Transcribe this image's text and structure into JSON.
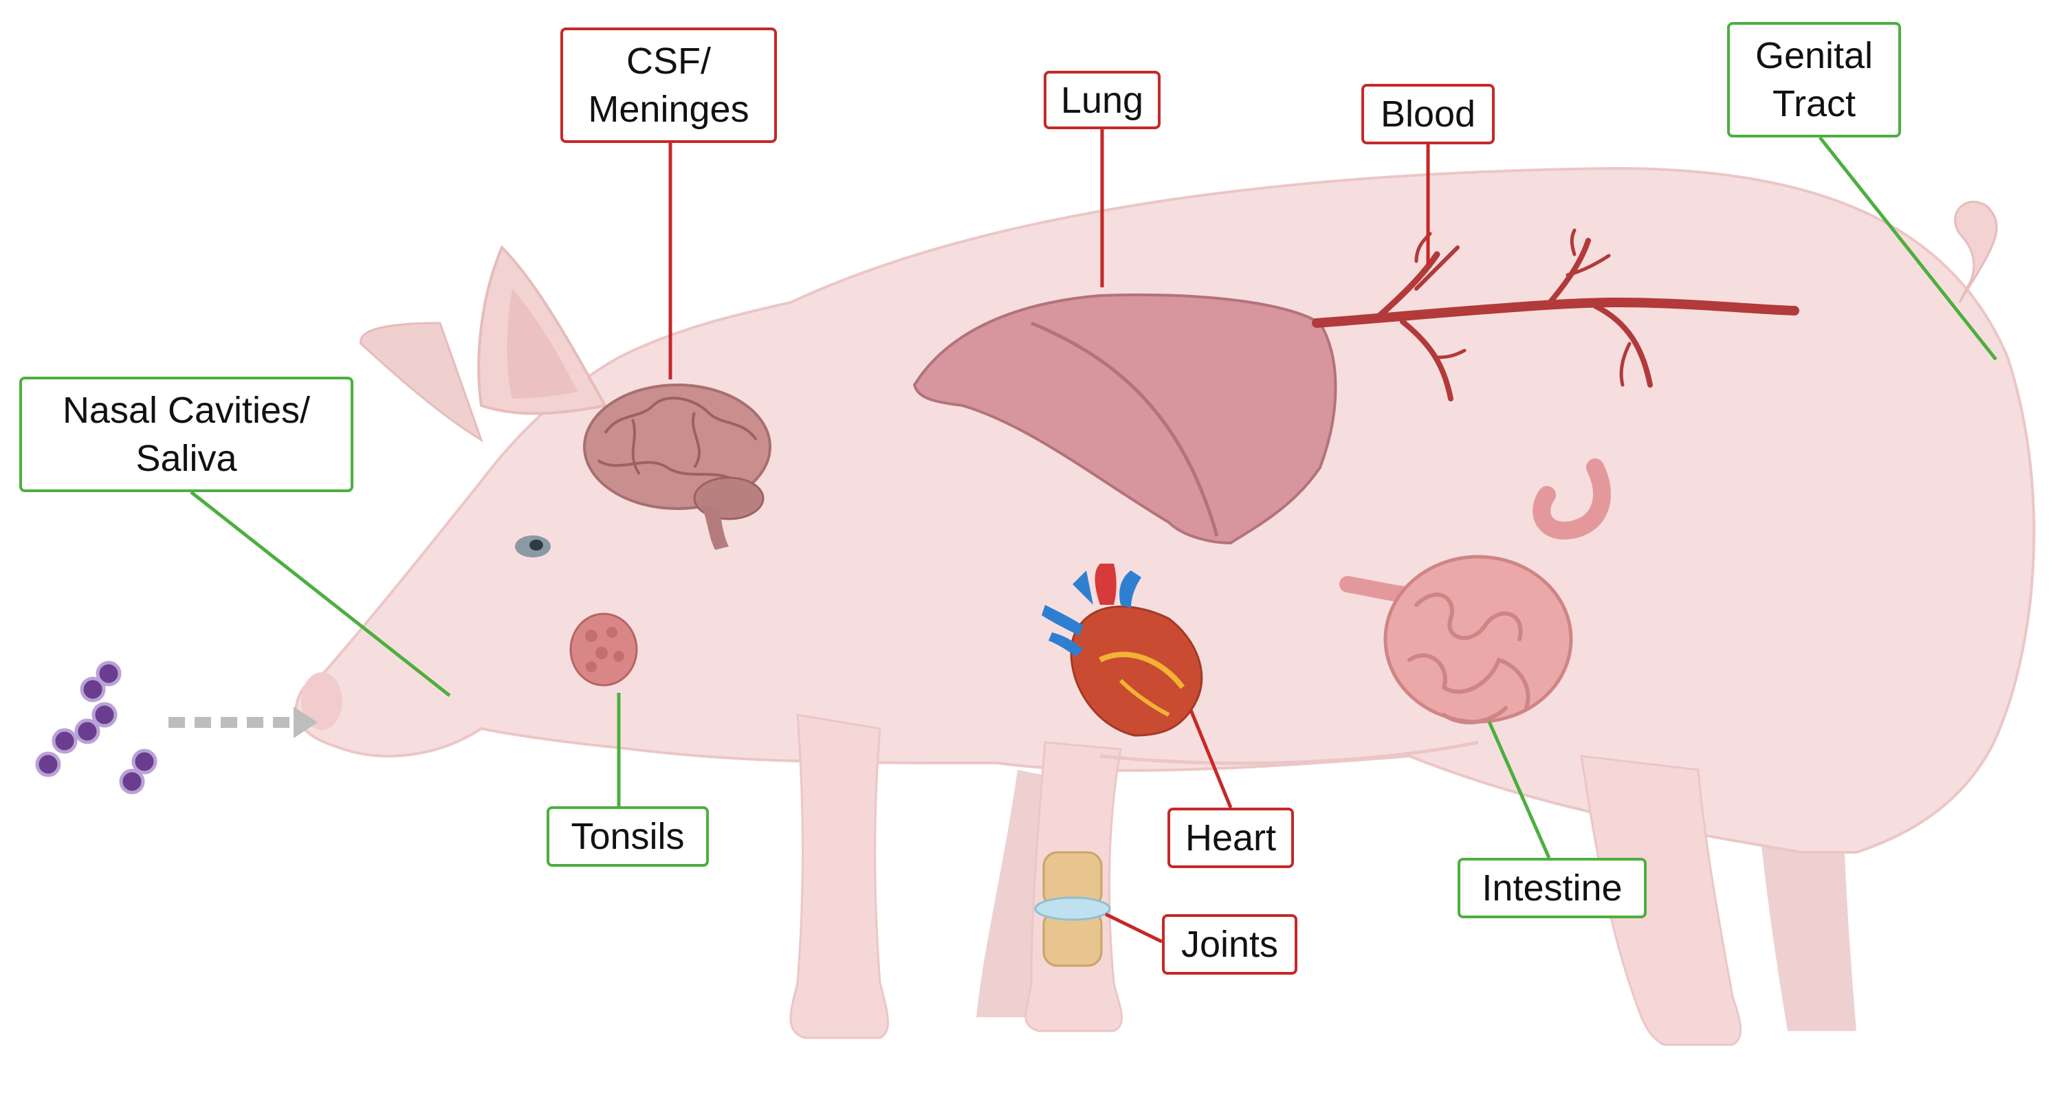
{
  "labels": {
    "csf": {
      "line1": "CSF/",
      "line2": "Meninges"
    },
    "lung": "Lung",
    "blood": "Blood",
    "genital": {
      "line1": "Genital",
      "line2": "Tract"
    },
    "nasal": {
      "line1": "Nasal Cavities/",
      "line2": "Saliva"
    },
    "tonsils": "Tonsils",
    "heart": "Heart",
    "intestine": "Intestine",
    "joints": "Joints"
  },
  "colors": {
    "sterile_site_border": "#c62828",
    "mucosal_site_border": "#4caf3f",
    "pig_body": "#f7dede",
    "bacteria": "#6a3d8f",
    "arrow": "#bdbdbd"
  }
}
